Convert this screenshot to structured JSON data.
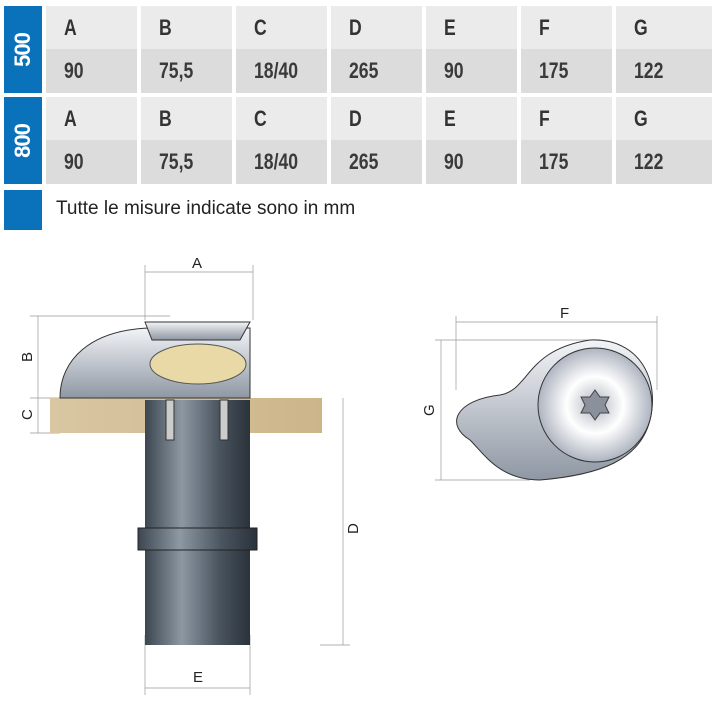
{
  "columns": [
    "A",
    "B",
    "C",
    "D",
    "E",
    "F",
    "G"
  ],
  "rows": [
    {
      "model": "500",
      "values": [
        "90",
        "75,5",
        "18/40",
        "265",
        "90",
        "175",
        "122"
      ]
    },
    {
      "model": "800",
      "values": [
        "90",
        "75,5",
        "18/40",
        "265",
        "90",
        "175",
        "122"
      ]
    }
  ],
  "note": "Tutte le misure indicate sono in mm",
  "drawing": {
    "labels": {
      "A": "A",
      "B": "B",
      "C": "C",
      "D": "D",
      "E": "E",
      "F": "F",
      "G": "G"
    }
  },
  "colors": {
    "accent": "#0a72bb"
  }
}
